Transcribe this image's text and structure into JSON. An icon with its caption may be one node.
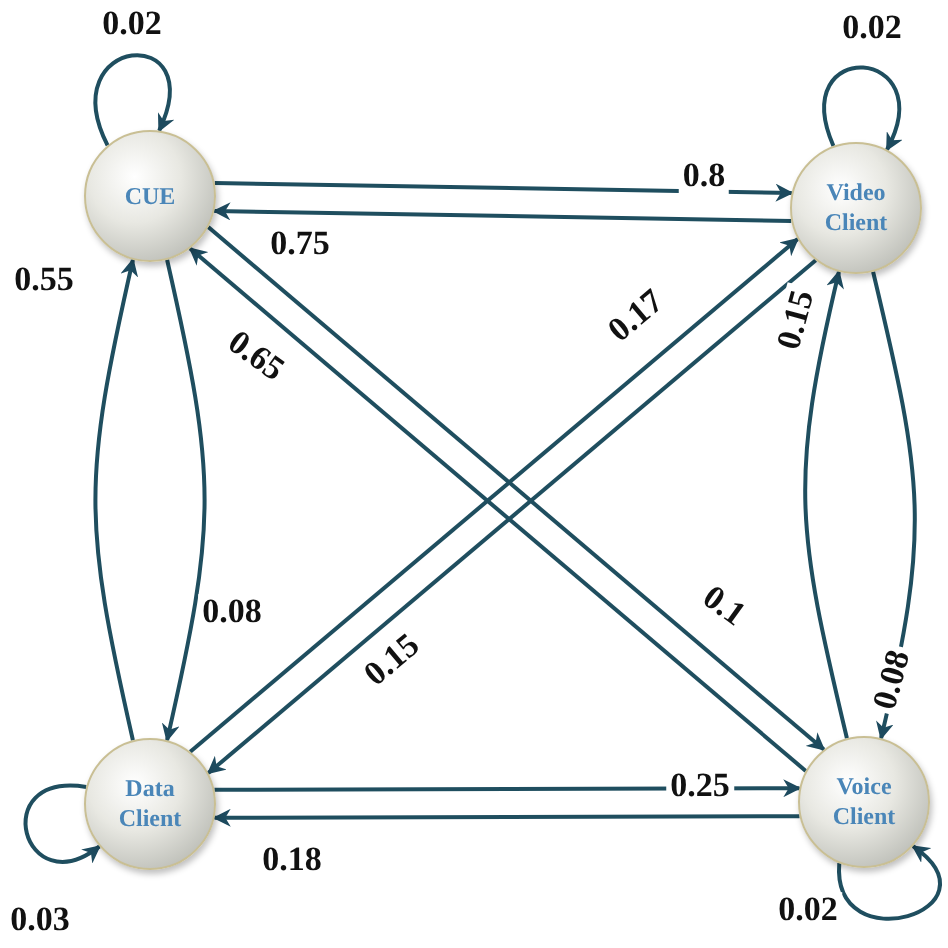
{
  "diagram": {
    "nodes": [
      {
        "text": [
          "CUE"
        ]
      },
      {
        "text": [
          "Video Client"
        ]
      },
      {
        "text": [
          "Data Client"
        ]
      },
      {
        "text": [
          "Voice Client"
        ]
      }
    ],
    "edges": [
      {
        "from": 0,
        "to": 0,
        "arrow": "to",
        "label": "0.02"
      },
      {
        "from": 1,
        "to": 1,
        "arrow": "to",
        "label": "0.02"
      },
      {
        "from": 0,
        "to": 1,
        "arrow": "to",
        "label": "0.8"
      },
      {
        "from": 1,
        "to": 0,
        "arrow": "to",
        "label": "0.75"
      },
      {
        "from": 2,
        "to": 0,
        "arrow": "to",
        "label": "0.55"
      },
      {
        "from": 0,
        "to": 2,
        "arrow": "to",
        "label": "0.08"
      },
      {
        "from": 3,
        "to": 0,
        "arrow": "to",
        "label": "0.65"
      },
      {
        "from": 0,
        "to": 3,
        "arrow": "to",
        "label": "0.1"
      },
      {
        "from": 2,
        "to": 1,
        "arrow": "to",
        "label": "0.17"
      },
      {
        "from": 1,
        "to": 2,
        "arrow": "to",
        "label": "0.15"
      },
      {
        "from": 3,
        "to": 1,
        "arrow": "to",
        "label": "0.15"
      },
      {
        "from": 1,
        "to": 3,
        "arrow": "to",
        "label": "0.08"
      },
      {
        "from": 2,
        "to": 2,
        "arrow": "to",
        "label": "0.03"
      },
      {
        "from": 2,
        "to": 3,
        "arrow": "to",
        "label": "0.25"
      },
      {
        "from": 3,
        "to": 2,
        "arrow": "to",
        "label": "0.18"
      },
      {
        "from": 3,
        "to": 3,
        "arrow": "to",
        "label": "0.02"
      }
    ]
  }
}
